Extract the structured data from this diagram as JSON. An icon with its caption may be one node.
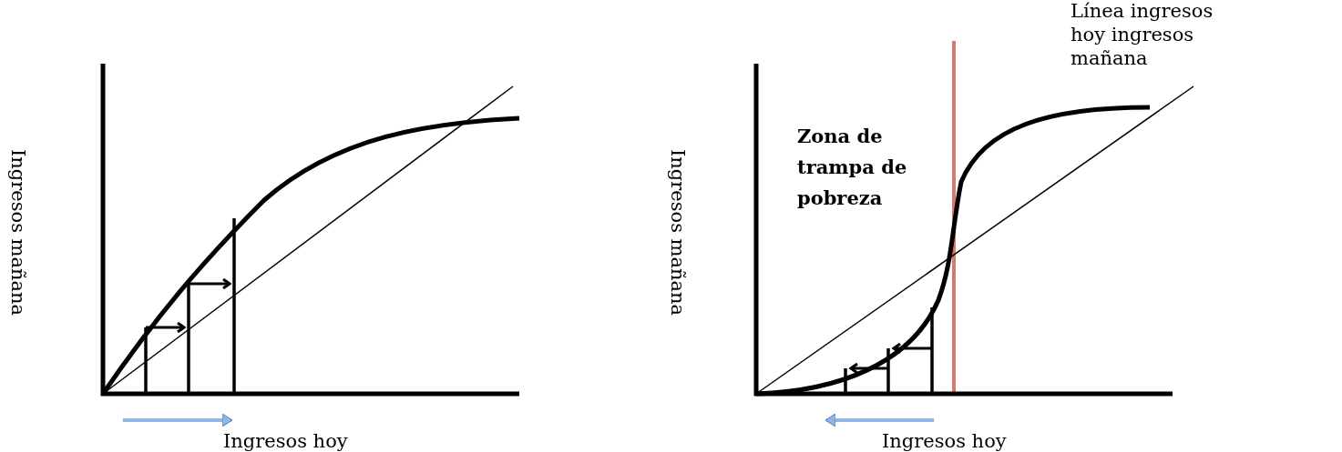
{
  "diagram": {
    "labels": [
      "Ingresos mañana",
      "Ingresos hoy",
      "Ingresos mañana",
      "Zona de trampa de pobreza",
      "Línea ingresos hoy ingresos mañana",
      "Ingresos hoy"
    ]
  }
}
